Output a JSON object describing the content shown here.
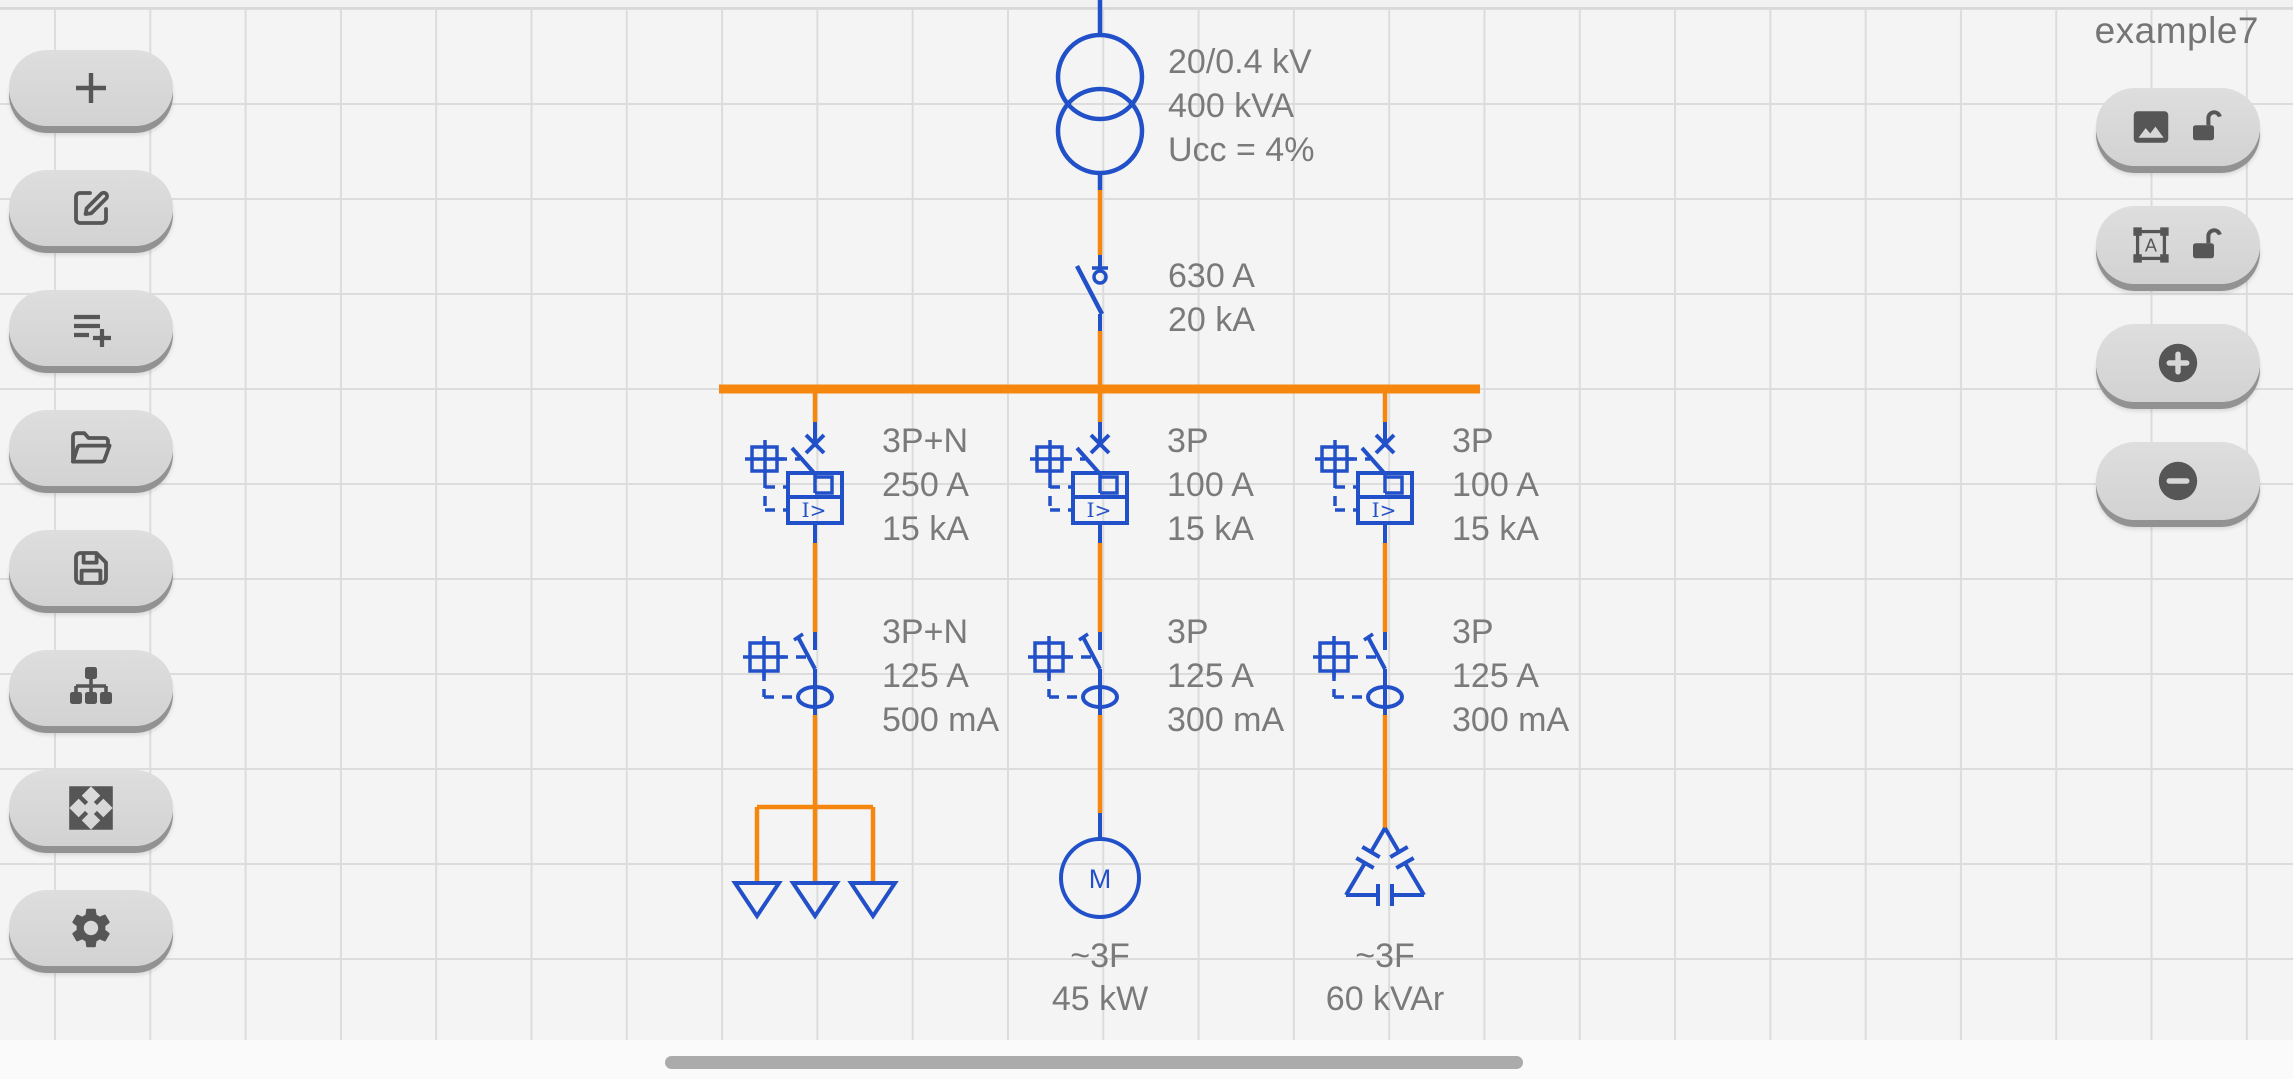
{
  "app": {
    "title": "example7"
  },
  "left_toolbar": {
    "items": [
      {
        "id": "add",
        "icon": "plus-icon"
      },
      {
        "id": "edit",
        "icon": "edit-icon"
      },
      {
        "id": "add-to-list",
        "icon": "playlist-add-icon"
      },
      {
        "id": "open-project",
        "icon": "folder-open-icon"
      },
      {
        "id": "save-project",
        "icon": "save-icon"
      },
      {
        "id": "schematic-tree",
        "icon": "sitemap-icon"
      },
      {
        "id": "fit-to-screen",
        "icon": "expand-arrows-icon"
      },
      {
        "id": "settings",
        "icon": "gear-icon"
      }
    ]
  },
  "right_toolbar": {
    "items": [
      {
        "id": "lock-images",
        "icons": [
          "image-icon",
          "unlock-icon"
        ]
      },
      {
        "id": "lock-labels",
        "icons": [
          "text-select-icon",
          "unlock-icon"
        ],
        "letter": "A"
      },
      {
        "id": "zoom-in",
        "icon": "plus-circle-icon"
      },
      {
        "id": "zoom-out",
        "icon": "minus-circle-icon"
      }
    ]
  },
  "diagram": {
    "transformer": {
      "lines": [
        "20/0.4 kV",
        "400 kVA",
        "Ucc = 4%"
      ]
    },
    "main_breaker": {
      "lines": [
        "630 A",
        "20 kA"
      ]
    },
    "trip_unit_text": "I>",
    "feeders": [
      {
        "breaker_lines": [
          "3P+N",
          "250 A",
          "15 kA"
        ],
        "rcd_lines": [
          "3P+N",
          "125 A",
          "500 mA"
        ],
        "load_type": "outgoing-feeder-arrows"
      },
      {
        "breaker_lines": [
          "3P",
          "100 A",
          "15 kA"
        ],
        "rcd_lines": [
          "3P",
          "125 A",
          "300 mA"
        ],
        "load_type": "motor",
        "motor_letter": "M",
        "load_lines": [
          "~3F",
          "45 kW"
        ]
      },
      {
        "breaker_lines": [
          "3P",
          "100 A",
          "15 kA"
        ],
        "rcd_lines": [
          "3P",
          "125 A",
          "300 mA"
        ],
        "load_type": "capacitor-bank",
        "load_lines": [
          "~3F",
          "60 kVAr"
        ]
      }
    ],
    "colors": {
      "symbol_blue": "#2150c8",
      "wire_orange": "#f5870f",
      "label_gray": "#7a7a7a"
    }
  },
  "scrollbar": {
    "orientation": "horizontal"
  }
}
